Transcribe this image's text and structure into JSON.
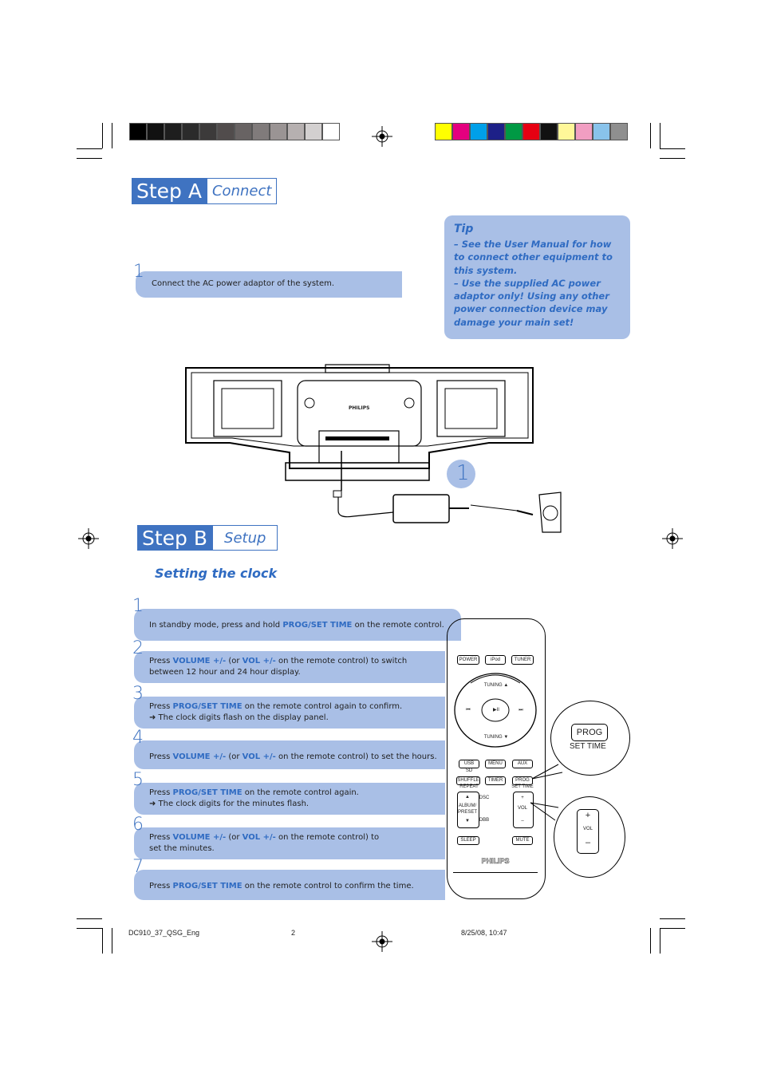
{
  "swatches_gray": [
    "#000000",
    "#111111",
    "#1e1e1e",
    "#2b2b2b",
    "#3c3a3a",
    "#514c4c",
    "#686363",
    "#807b7b",
    "#9a9494",
    "#b6b0b0",
    "#d3d0d0",
    "#ffffff"
  ],
  "swatches_color": [
    "#ffff00",
    "#e4007f",
    "#00a0e9",
    "#1d2088",
    "#009944",
    "#e60012",
    "#111111",
    "#fff799",
    "#f19ec2",
    "#89c3eb",
    "#8f8f8f"
  ],
  "step_a": {
    "title": "Step A",
    "subtitle": "Connect"
  },
  "step_a_item": {
    "number": "1",
    "text": "Connect the AC power adaptor of the system."
  },
  "tip": {
    "title": "Tip",
    "lines": [
      "– See the User Manual for how to connect other equipment to this system.",
      "– Use the supplied AC power adaptor only! Using any other power connection device may damage your main set!"
    ]
  },
  "device": {
    "brand": "PHILIPS",
    "callout": "1"
  },
  "step_b": {
    "title": "Step B",
    "subtitle": "Setup"
  },
  "section_heading": "Setting the clock",
  "steps": [
    {
      "number": "1",
      "pre": "In standby mode, press and hold ",
      "key1": "PROG/SET TIME",
      "mid": "",
      "key2": "",
      "post": " on the remote control.",
      "line2": ""
    },
    {
      "number": "2",
      "pre": "Press ",
      "key1": "VOLUME +/-",
      "mid": " (or ",
      "key2": "VOL +/-",
      "post": " on the remote control) to switch",
      "line2": "between 12 hour and 24 hour display."
    },
    {
      "number": "3",
      "pre": "Press ",
      "key1": "PROG/SET TIME",
      "mid": "",
      "key2": "",
      "post": " on the remote control again to confirm.",
      "line2": "➜ The clock digits flash on the display panel."
    },
    {
      "number": "4",
      "pre": "Press ",
      "key1": "VOLUME +/-",
      "mid": " (or ",
      "key2": "VOL +/-",
      "post": "  on the remote control) to set the hours.",
      "line2": ""
    },
    {
      "number": "5",
      "pre": "Press ",
      "key1": "PROG/SET TIME",
      "mid": "",
      "key2": "",
      "post": " on the remote control again.",
      "line2": "➜ The clock digits for the minutes flash."
    },
    {
      "number": "6",
      "pre": "Press ",
      "key1": "VOLUME +/-",
      "mid": " (or ",
      "key2": "VOL +/-",
      "post": "  on the remote control) to",
      "line2": "set the minutes."
    },
    {
      "number": "7",
      "pre": "Press ",
      "key1": "PROG/SET TIME",
      "mid": "",
      "key2": "",
      "post": "  on the remote control to confirm the time.",
      "line2": ""
    }
  ],
  "remote": {
    "power": "POWER",
    "ipod": "iPod",
    "tuner": "TUNER",
    "tuning_up": "TUNING ▲",
    "tuning_down": "TUNING ▼",
    "prev": "⏮",
    "play": "▶II",
    "next": "⏭",
    "usb": "USB",
    "sd": "SD",
    "menu": "MENU",
    "aux": "AUX",
    "shuffle": "SHUFFLE",
    "timer": "TIMER",
    "prog": "PROG",
    "repeat": "REPEAT",
    "settime": "SET TIME",
    "album_up": "▲",
    "album": "ALBUM/",
    "preset": "PRESET",
    "album_down": "▼",
    "dsc": "DSC",
    "dbb": "DBB",
    "vol_plus": "+",
    "vol": "VOL",
    "vol_minus": "–",
    "sleep": "SLEEP",
    "mute": "MUTE",
    "brand": "PHILIPS"
  },
  "zoom_prog": {
    "label": "PROG",
    "sub": "SET TIME"
  },
  "zoom_vol": {
    "plus": "+",
    "label": "VOL",
    "minus": "–"
  },
  "footer": {
    "file": "DC910_37_QSG_Eng",
    "page": "2",
    "date": "8/25/08, 10:47"
  }
}
